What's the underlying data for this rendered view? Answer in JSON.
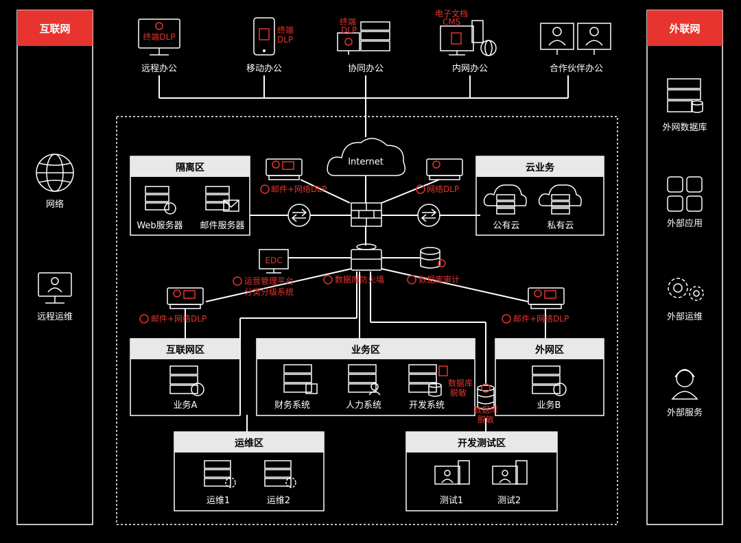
{
  "sides": {
    "left_title": "互联网",
    "right_title": "外联网",
    "left_items": [
      "网络",
      "远程运维"
    ],
    "right_items": [
      "外网数据库",
      "外部应用",
      "外部运维",
      "外部服务"
    ]
  },
  "top_offices": {
    "remote": {
      "label": "远程办公",
      "tag": "终端DLP"
    },
    "mobile": {
      "label": "移动办公",
      "tag1": "终端",
      "tag2": "DLP"
    },
    "collab": {
      "label": "协同办公",
      "tag1": "终端",
      "tag2": "DLP"
    },
    "intranet": {
      "label": "内网办公",
      "tag1": "电子文档",
      "tag2": "CMS"
    },
    "partner": {
      "label": "合作伙伴办公"
    }
  },
  "cloud": {
    "label": "Internet"
  },
  "zones": {
    "isolation": {
      "title": "隔离区",
      "items": [
        "Web服务器",
        "邮件服务器"
      ]
    },
    "cloud_biz": {
      "title": "云业务",
      "items": [
        "公有云",
        "私有云"
      ]
    },
    "internet_zone": {
      "title": "互联网区",
      "items": [
        "业务A"
      ]
    },
    "business": {
      "title": "业务区",
      "items": [
        "财务系统",
        "人力系统",
        "开发系统"
      ]
    },
    "external": {
      "title": "外网区",
      "items": [
        "业务B"
      ]
    },
    "ops": {
      "title": "运维区",
      "items": [
        "运维1",
        "运维2"
      ]
    },
    "devtest": {
      "title": "开发测试区",
      "items": [
        "测试1",
        "测试2"
      ]
    }
  },
  "security": {
    "mail_dlp_top": "邮件+网络DLP",
    "net_dlp_right": "网络DLP",
    "edc": "EDC",
    "ops_platform_1": "运营管理平台",
    "ops_platform_2": "分类分级系统",
    "db_firewall": "数据库防火墙",
    "db_audit": "数据库审计",
    "mail_dlp_left": "邮件+网络DLP",
    "mail_dlp_right": "邮件+网络DLP",
    "db_desens_1_a": "数据库",
    "db_desens_1_b": "脱敏",
    "db_desens_2_a": "数据库",
    "db_desens_2_b": "脱敏"
  },
  "colors": {
    "accent": "#e8342f",
    "zone_header": "#e8e8e8",
    "background": "#000000"
  }
}
